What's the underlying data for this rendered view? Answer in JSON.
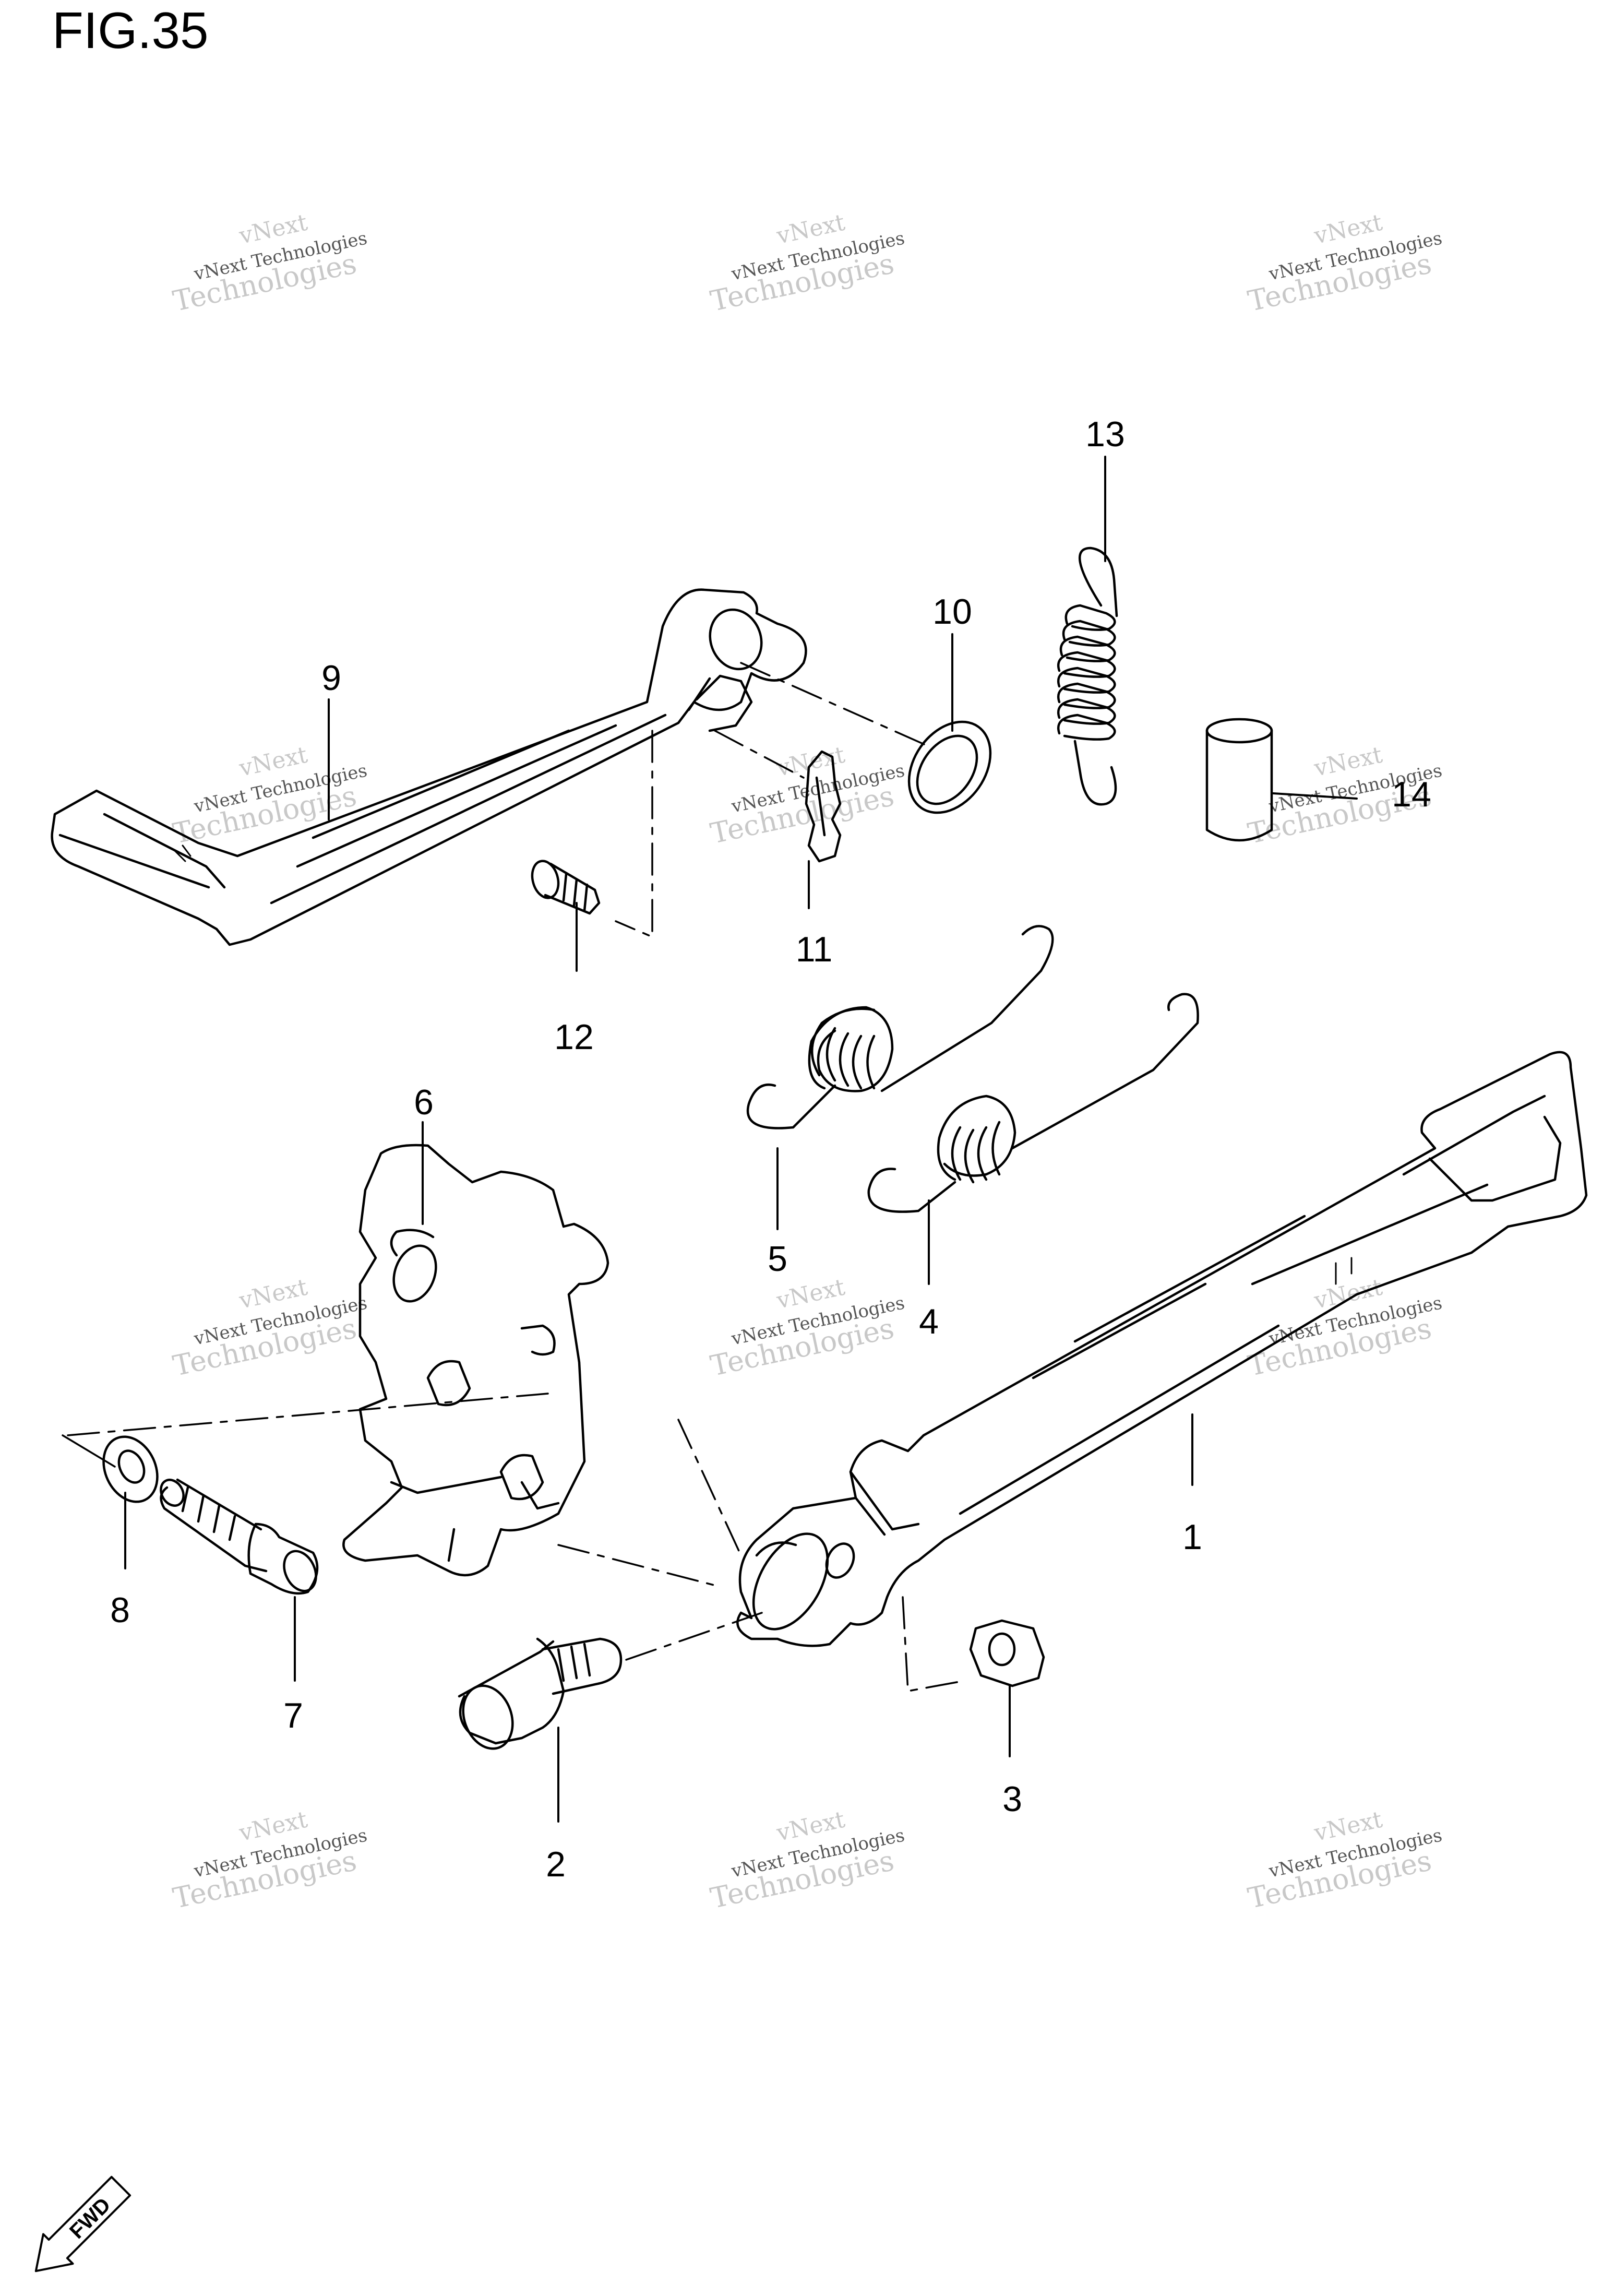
{
  "figure": {
    "title": "FIG.35"
  },
  "callouts": [
    "1",
    "2",
    "3",
    "4",
    "5",
    "6",
    "7",
    "8",
    "9",
    "10",
    "11",
    "12",
    "13",
    "14"
  ],
  "watermark": {
    "line1": "vNext",
    "line2": "vNext Technologies",
    "line3": "Technologies"
  },
  "fwd_label": "FWD",
  "colors": {
    "ink": "#000000",
    "watermark": "#c8c8c8",
    "background": "#ffffff"
  }
}
